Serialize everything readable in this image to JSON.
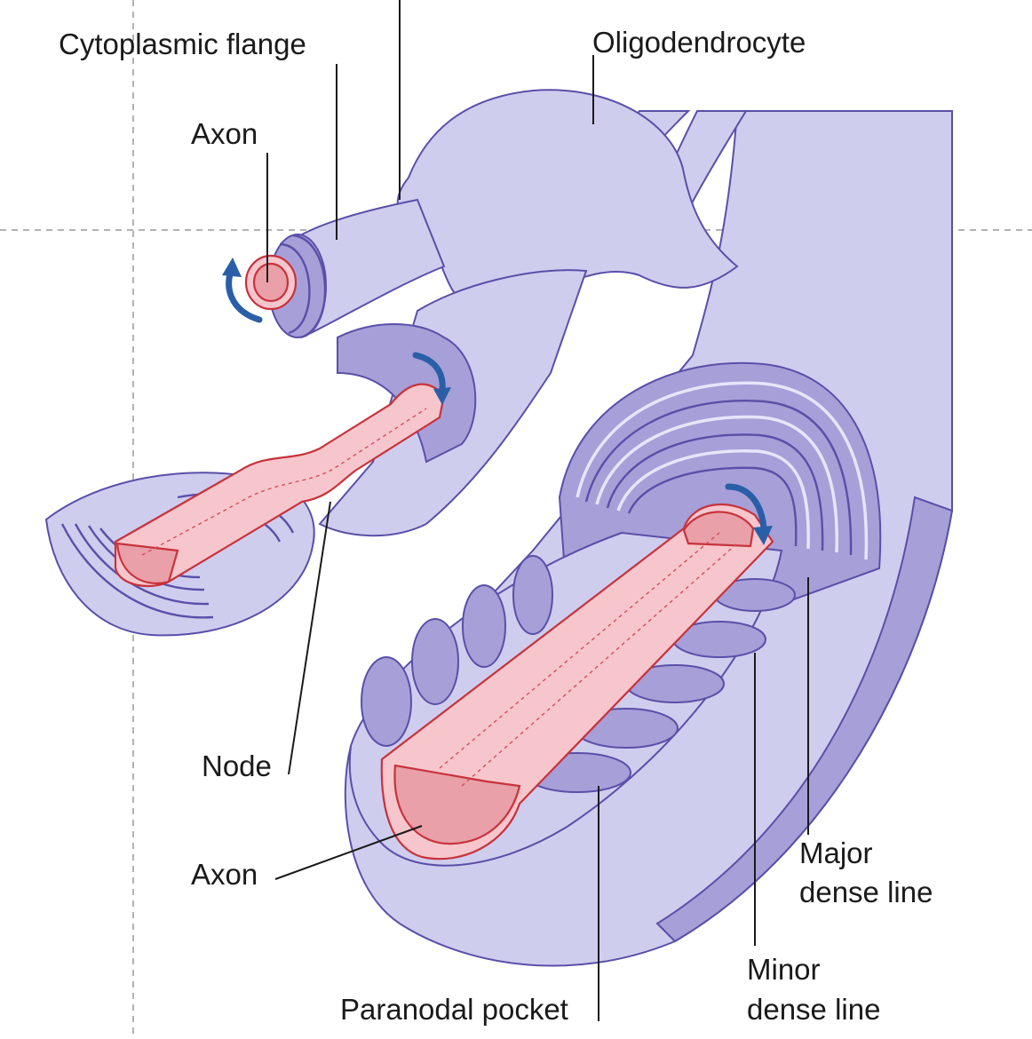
{
  "labels": {
    "cytoplasmic_flange": "Cytoplasmic flange",
    "oligodendrocyte": "Oligodendrocyte",
    "axon_top": "Axon",
    "node": "Node",
    "axon_bottom": "Axon",
    "major_dense_line_1": "Major",
    "major_dense_line_2": "dense line",
    "minor_dense_line_1": "Minor",
    "minor_dense_line_2": "dense line",
    "paranodal_pocket": "Paranodal pocket"
  },
  "colors": {
    "sheath": "#cfcdee",
    "sheath_outline": "#5a4fa8",
    "axon": "#e9a0a8",
    "axon_outline": "#c8323c",
    "rotation_arrow": "#2a5fa8"
  }
}
